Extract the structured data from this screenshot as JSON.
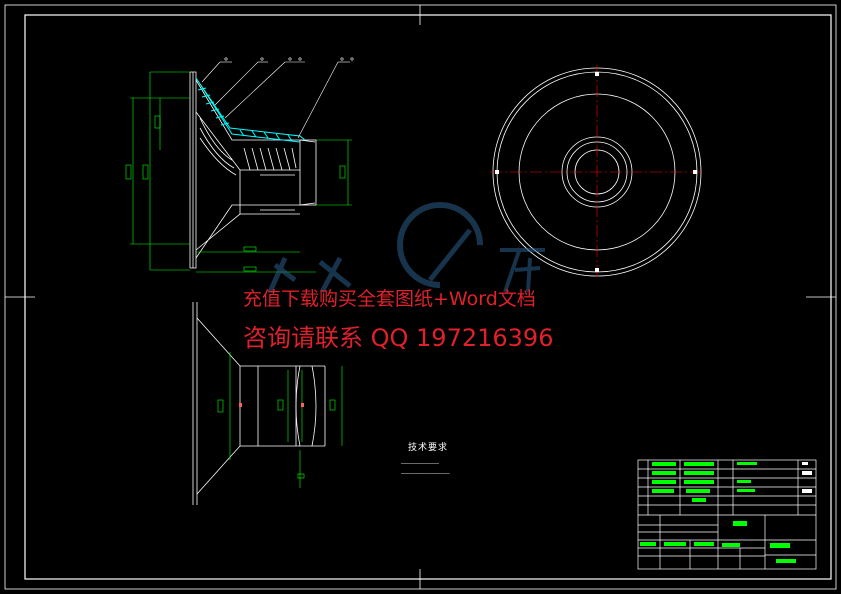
{
  "watermark": {
    "line1": "充值下载购买全套图纸+Word文档",
    "line2": "咨询请联系 QQ 197216396",
    "logo_text": "人人文库",
    "color": "#e0202a",
    "logo_color": "#2a5f8a"
  },
  "tech_requirements": {
    "title": "技术要求"
  },
  "colors": {
    "background": "#000000",
    "line": "#ffffff",
    "dimension": "#00ff00",
    "section": "#00ffff",
    "centerline": "#ff0000"
  }
}
